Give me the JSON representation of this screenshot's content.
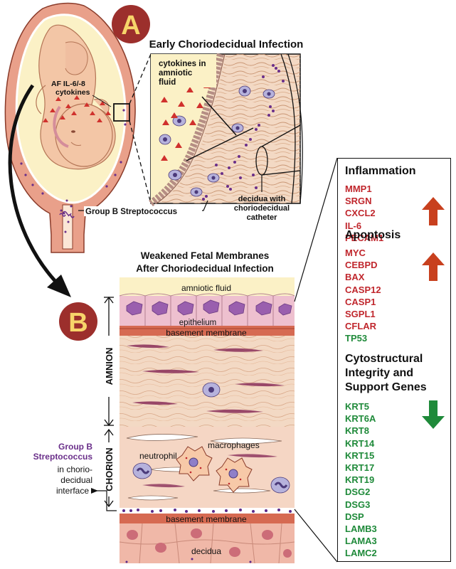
{
  "colors": {
    "red_gene": "#c0272d",
    "green_gene": "#1f8a3a",
    "up_arrow": "#c8401e",
    "down_arrow": "#1f8a3a",
    "badge_fill": "#9c2f2c",
    "badge_letter": "#f7d56a",
    "uterus": "#e9a08a",
    "amniotic_fluid": "#fbf1c6",
    "connective": "#f3d9c4",
    "epithelium": "#e9b7c8",
    "decidua": "#f0b8a8",
    "strep": "#6a2f8a"
  },
  "panel_a": {
    "badge": "A",
    "title": "Early Choriodecidual Infection",
    "af_label": [
      "AF IL-6/-8",
      "cytokines"
    ],
    "cytokine_label": [
      "cytokines in",
      "amniotic",
      "fluid"
    ],
    "catheter_label": [
      "decidua with",
      "choriodecidual",
      "catheter"
    ],
    "strep_label": "Group B Streptococcus"
  },
  "panel_b": {
    "badge": "B",
    "title": [
      "Weakened Fetal Membranes",
      "After Choriodecidual Infection"
    ],
    "amniotic_fluid": "amniotic fluid",
    "epithelium": "epithelium",
    "basement_membrane_top": "basement membrane",
    "amnion": "AMNION",
    "chorion": "CHORION",
    "neutrophil": "neutrophil",
    "macrophages": "macrophages",
    "strep_label": [
      "Group B",
      "Streptococcus"
    ],
    "interface_label": [
      "in chorio-",
      "decidual",
      "interface"
    ],
    "basement_membrane_bottom": "basement membrane",
    "decidua": "decidua"
  },
  "gene_panel": {
    "categories": [
      {
        "title": [
          "Inflammation"
        ],
        "direction": "up",
        "genes": [
          {
            "name": "MMP1",
            "color": "red"
          },
          {
            "name": "SRGN",
            "color": "red"
          },
          {
            "name": "CXCL2",
            "color": "red"
          },
          {
            "name": "IL-6",
            "color": "red"
          },
          {
            "name": "PECAM1",
            "color": "red"
          }
        ]
      },
      {
        "title": [
          "Apoptosis"
        ],
        "direction": "up",
        "genes": [
          {
            "name": "MYC",
            "color": "red"
          },
          {
            "name": "CEBPD",
            "color": "red"
          },
          {
            "name": "BAX",
            "color": "red"
          },
          {
            "name": "CASP12",
            "color": "red"
          },
          {
            "name": "CASP1",
            "color": "red"
          },
          {
            "name": "SGPL1",
            "color": "red"
          },
          {
            "name": "CFLAR",
            "color": "red"
          },
          {
            "name": "TP53",
            "color": "green"
          }
        ]
      },
      {
        "title": [
          "Cytostructural",
          "Integrity and",
          "Support Genes"
        ],
        "direction": "down",
        "genes": [
          {
            "name": "KRT5",
            "color": "green"
          },
          {
            "name": "KRT6A",
            "color": "green"
          },
          {
            "name": "KRT8",
            "color": "green"
          },
          {
            "name": "KRT14",
            "color": "green"
          },
          {
            "name": "KRT15",
            "color": "green"
          },
          {
            "name": "KRT17",
            "color": "green"
          },
          {
            "name": "KRT19",
            "color": "green"
          },
          {
            "name": "DSG2",
            "color": "green"
          },
          {
            "name": "DSG3",
            "color": "green"
          },
          {
            "name": "DSP",
            "color": "green"
          },
          {
            "name": "LAMB3",
            "color": "green"
          },
          {
            "name": "LAMA3",
            "color": "green"
          },
          {
            "name": "LAMC2",
            "color": "green"
          }
        ]
      }
    ]
  }
}
